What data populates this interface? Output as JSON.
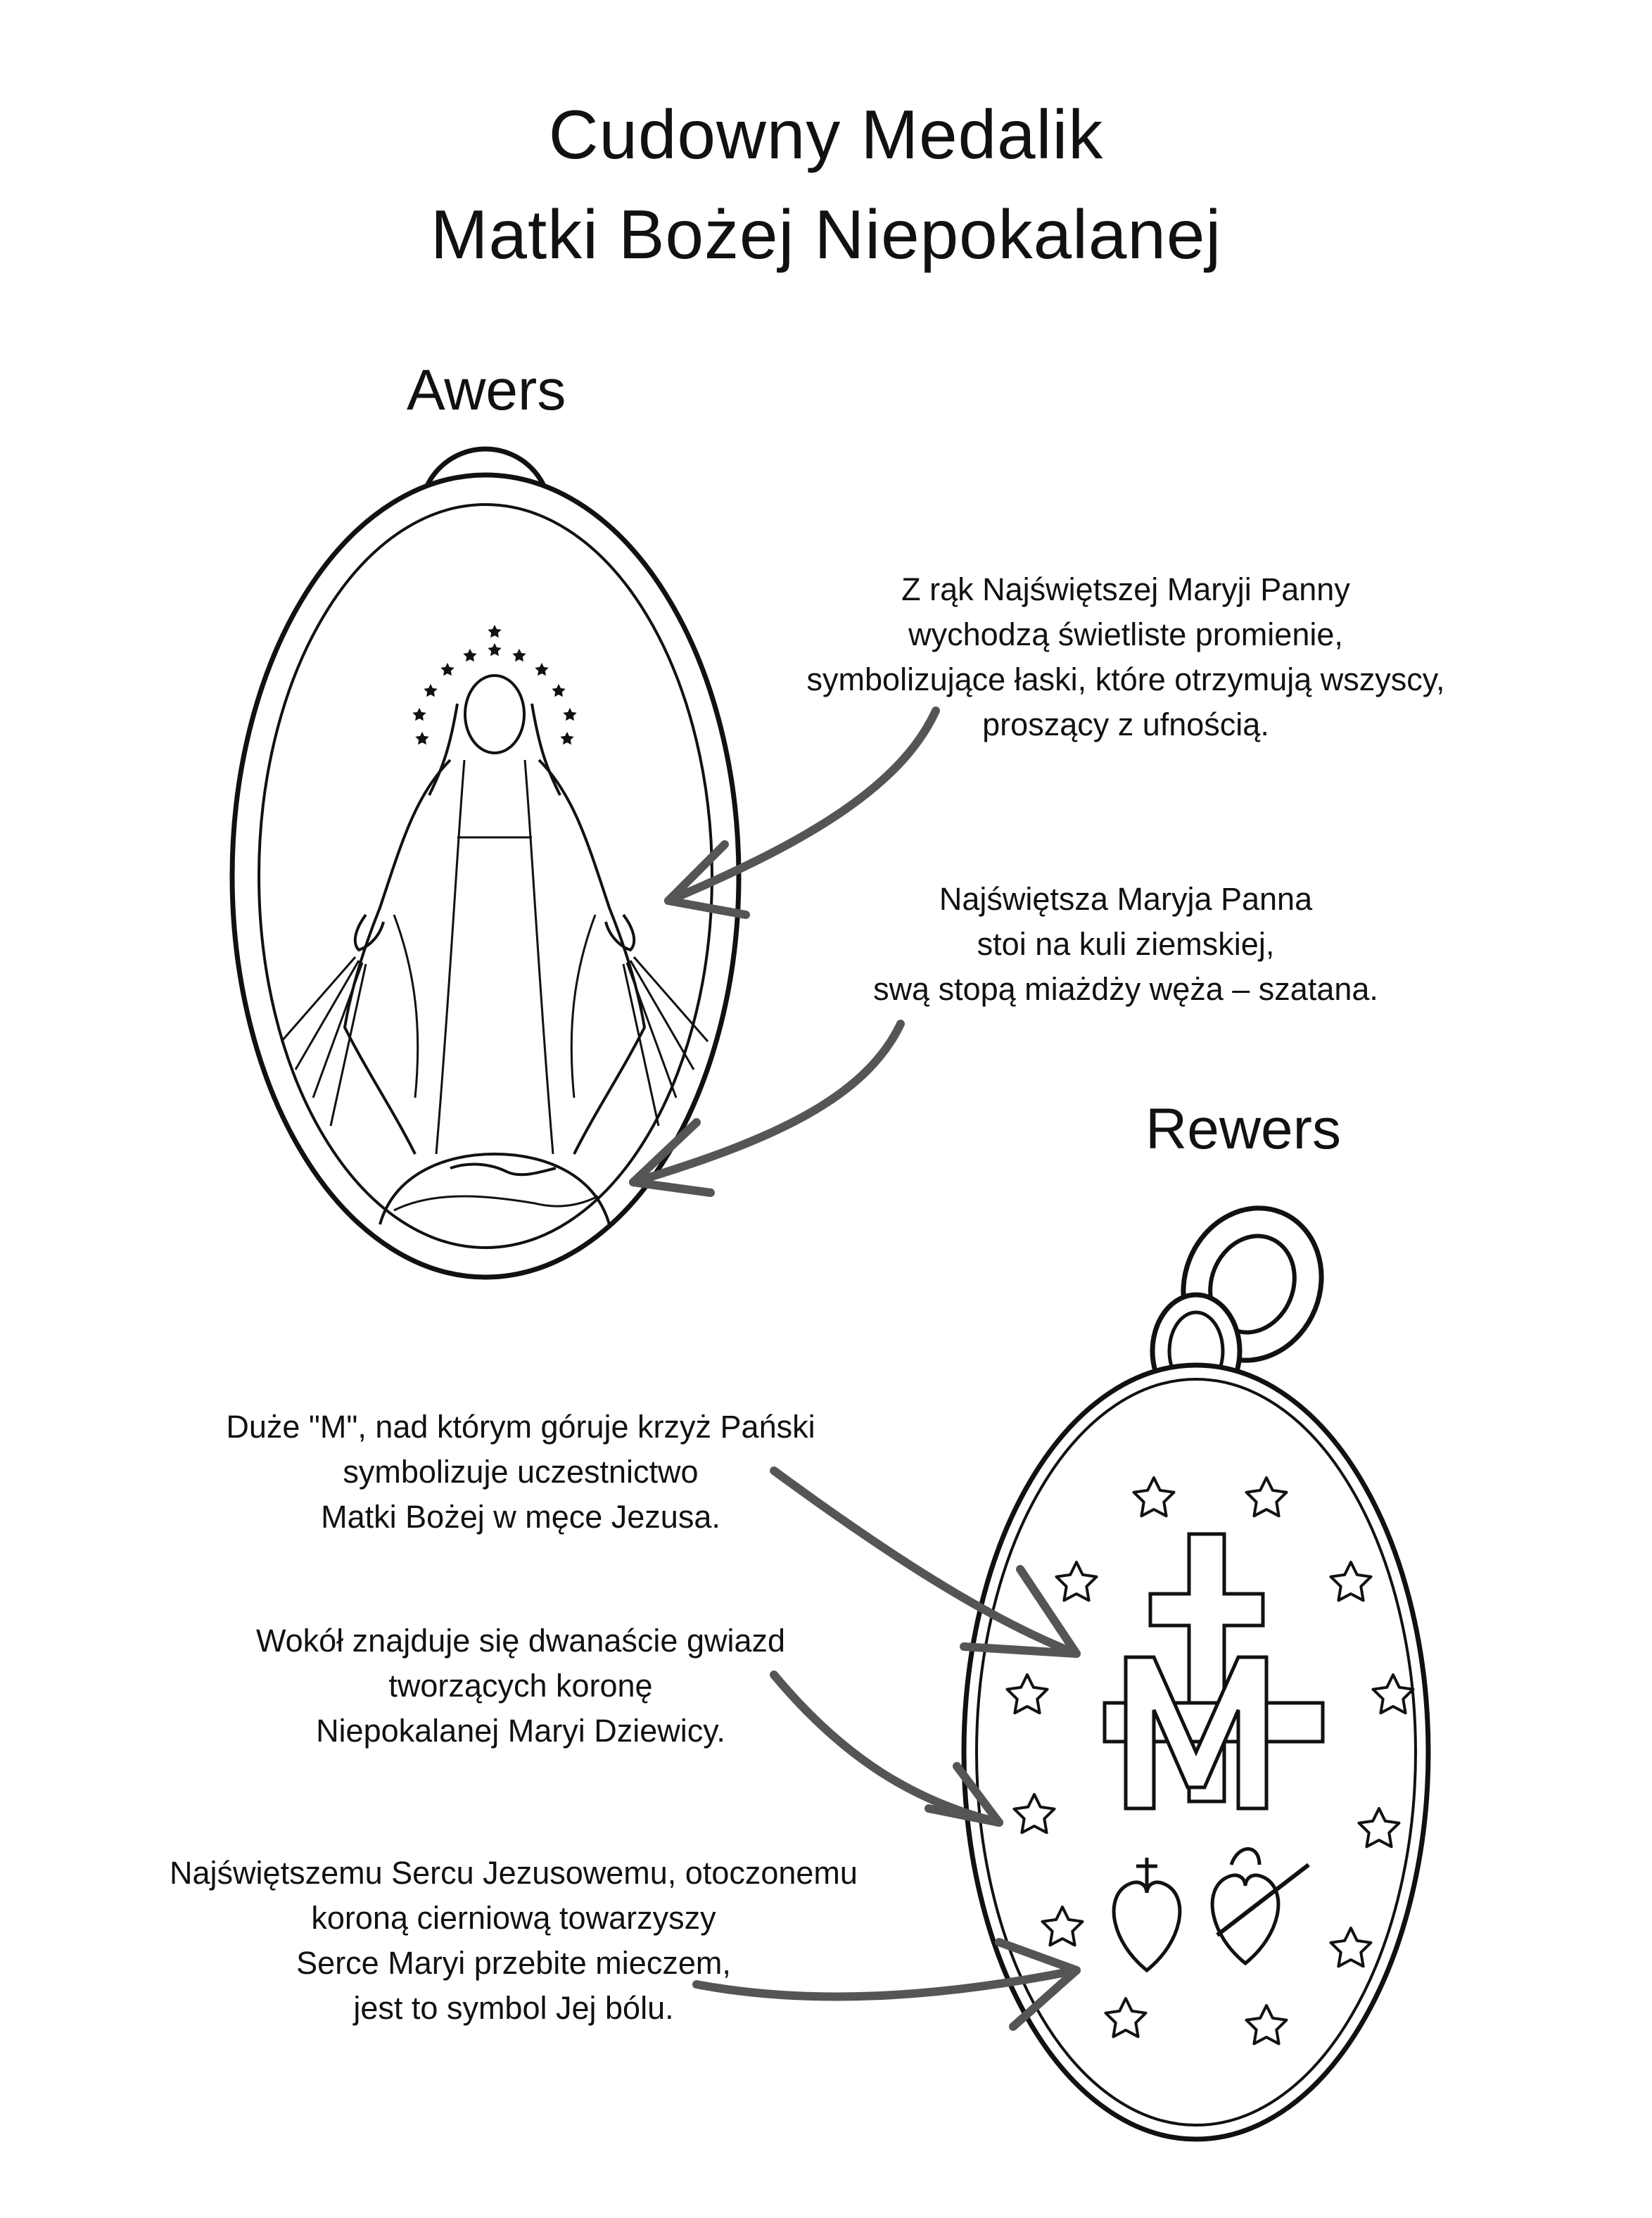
{
  "title": {
    "line1": "Cudowny Medalik",
    "line2": "Matki Bożej Niepokalanej"
  },
  "obverse": {
    "heading": "Awers",
    "notes": [
      {
        "lines": [
          "Z rąk Najświętszej Maryji Panny",
          "wychodzą świetliste promienie,",
          "symbolizujące łaski, które otrzymują wszyscy,",
          "proszący z ufnością."
        ]
      },
      {
        "lines": [
          "Najświętsza Maryja Panna",
          "stoi na kuli ziemskiej,",
          "swą stopą miażdży węża – szatana."
        ]
      }
    ]
  },
  "reverse": {
    "heading": "Rewers",
    "notes": [
      {
        "lines": [
          "Duże \"M\", nad którym góruje krzyż Pański",
          "symbolizuje uczestnictwo",
          "Matki Bożej w męce Jezusa."
        ]
      },
      {
        "lines": [
          "Wokół znajduje się dwanaście gwiazd",
          "tworzących koronę",
          "Niepokalanej Maryi Dziewicy."
        ]
      },
      {
        "lines": [
          "Najświętszemu Sercu Jezusowemu, otoczonemu",
          "koroną cierniową towarzyszy",
          "Serce Maryi przebite mieczem,",
          "jest to symbol Jej bólu."
        ]
      }
    ]
  },
  "icons": [
    "medal-obverse-illustration",
    "medal-reverse-illustration",
    "star-icon",
    "arrow-icon",
    "cross-icon",
    "heart-icon"
  ],
  "colors": {
    "ink": "#111111",
    "arrow": "#555555",
    "background": "#ffffff"
  }
}
